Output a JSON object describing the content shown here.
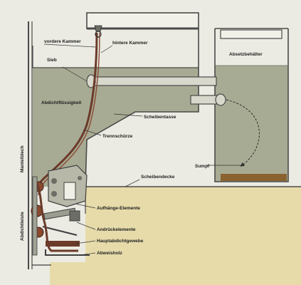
{
  "labels": {
    "vordere_kammer": "vordere Kammer",
    "hintere_kammer": "hintere Kammer",
    "sieb": "Sieb",
    "abdichtfluessigkeit": "Abdichtflüssigkeit",
    "absetzbehaelter": "Absetzbehälter",
    "scheibentasse": "Scheibentasse",
    "trennschuerze": "Trennschürze",
    "mantelblech": "Mantelblech",
    "sumpf": "Sumpf",
    "scheibendecke": "Scheibendecke",
    "abdichtleiste": "Abdichtleiste",
    "aufhaenge_elemente": "Aufhänge-Elemente",
    "andrueckelemente": "Andrückelemente",
    "hauptabdichtgewebe": "Hauptabdichtgewebe",
    "abweisholz": "Abweisholz"
  },
  "colors": {
    "background": "#ebebe3",
    "liquid": "#a8ab93",
    "floor": "#e7dbaa",
    "steel": "#6c6e66",
    "fabric": "#6b3a2a",
    "sediment": "#8a6230",
    "outline": "#4a4a4a"
  }
}
